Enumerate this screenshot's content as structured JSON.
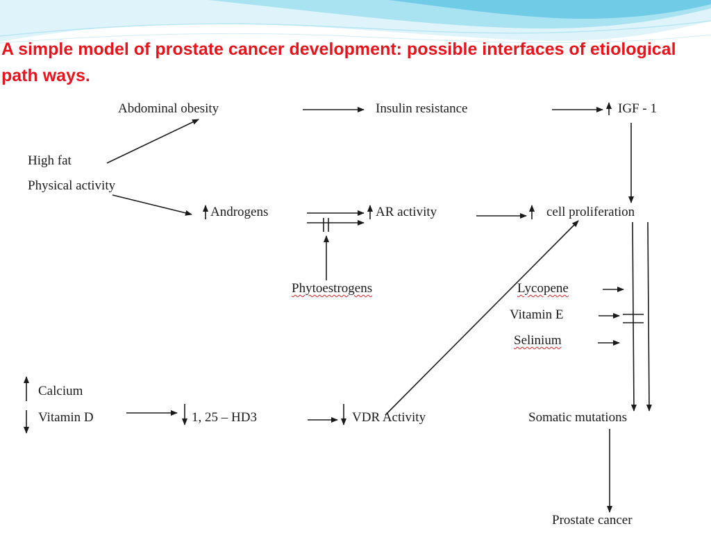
{
  "slide": {
    "title": "A simple model of prostate cancer development: possible interfaces of etiological path ways."
  },
  "diagram": {
    "nodes": {
      "abdominal_obesity": "Abdominal obesity",
      "insulin_resistance": "Insulin resistance",
      "igf1": "IGF - 1",
      "high_fat": "High fat",
      "physical_activity": "Physical activity",
      "androgens": "Androgens",
      "ar_activity": "AR activity",
      "cell_proliferation": "cell proliferation",
      "phytoestrogens": "Phytoestrogens",
      "lycopene": "Lycopene",
      "vitamin_e": "Vitamin E",
      "selinium": "Selinium",
      "calcium": "Calcium",
      "vitamin_d": "Vitamin D",
      "hd3": "1, 25 – HD3",
      "vdr_activity": "VDR Activity",
      "somatic_mutations": "Somatic mutations",
      "prostate_cancer": "Prostate cancer"
    }
  },
  "colors": {
    "title": "#e8141c",
    "banner_light": "#cdeef7",
    "banner_mid": "#8fd6ec",
    "text": "#1a1a1a"
  }
}
